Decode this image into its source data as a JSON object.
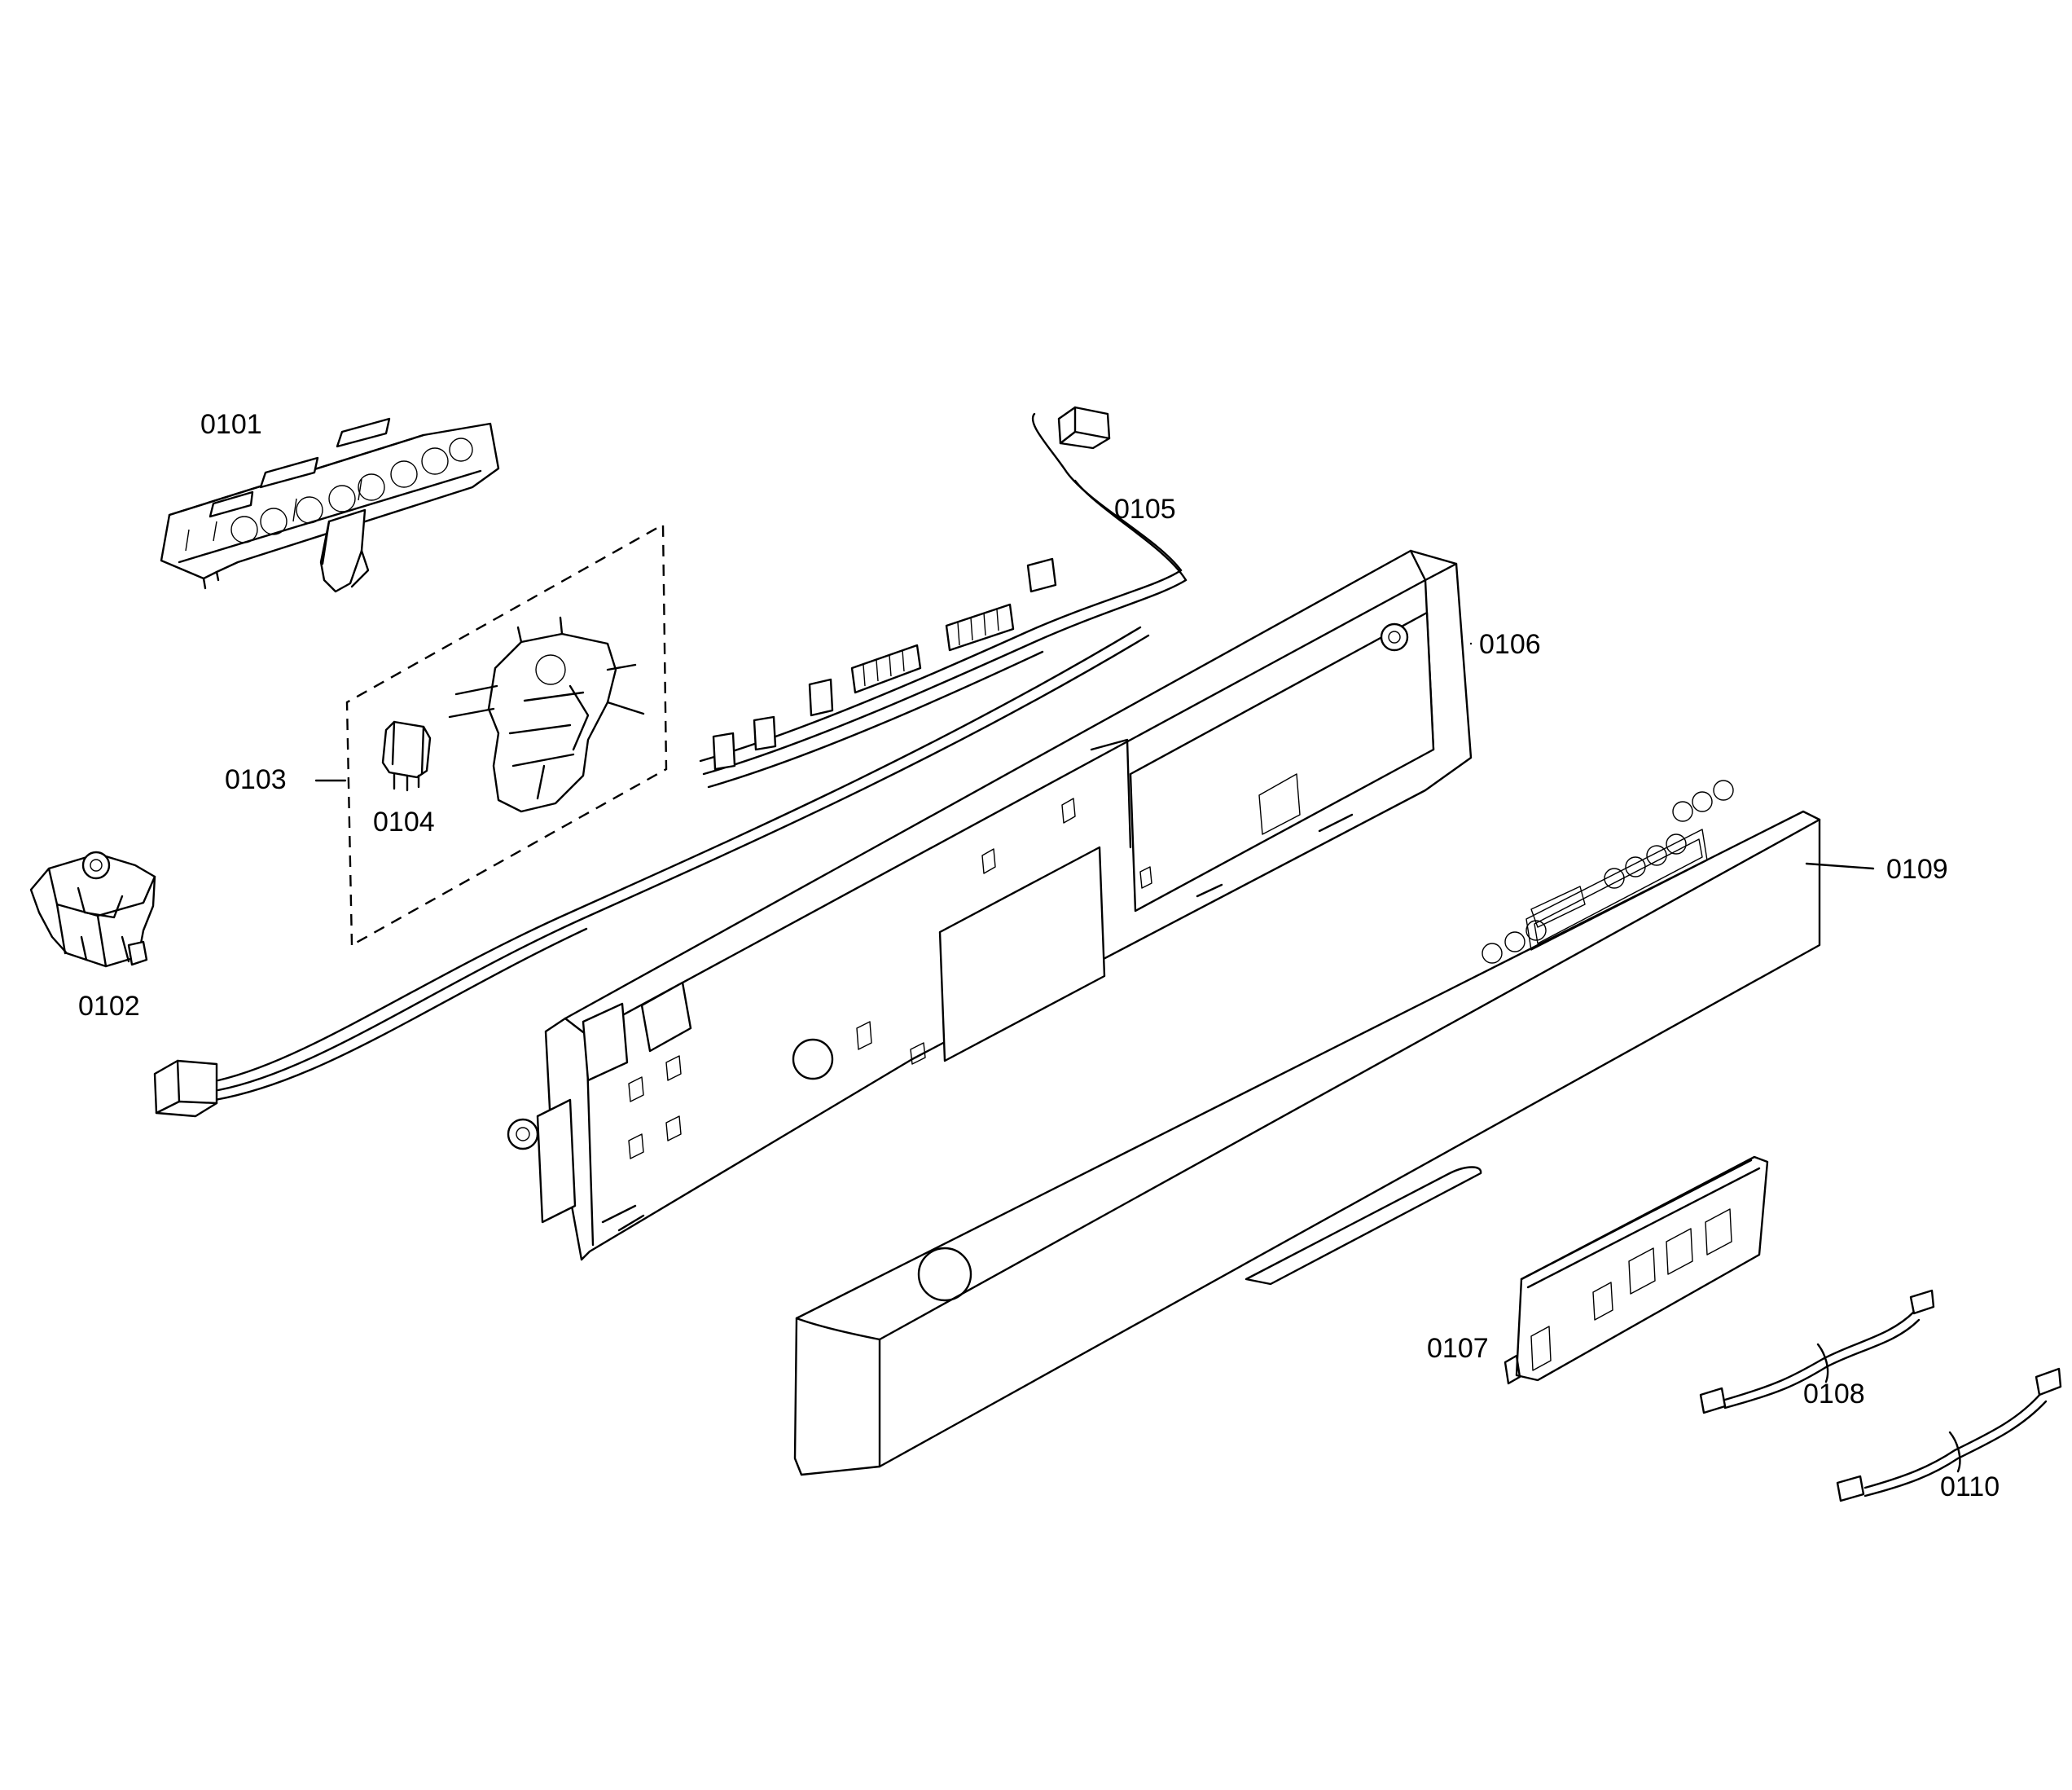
{
  "parts": [
    {
      "id": "p0101",
      "label": "0101"
    },
    {
      "id": "p0102",
      "label": "0102"
    },
    {
      "id": "p0103",
      "label": "0103"
    },
    {
      "id": "p0104",
      "label": "0104"
    },
    {
      "id": "p0105",
      "label": "0105"
    },
    {
      "id": "p0106",
      "label": "0106"
    },
    {
      "id": "p0107",
      "label": "0107"
    },
    {
      "id": "p0108",
      "label": "0108"
    },
    {
      "id": "p0109",
      "label": "0109"
    },
    {
      "id": "p0110",
      "label": "0110"
    }
  ]
}
